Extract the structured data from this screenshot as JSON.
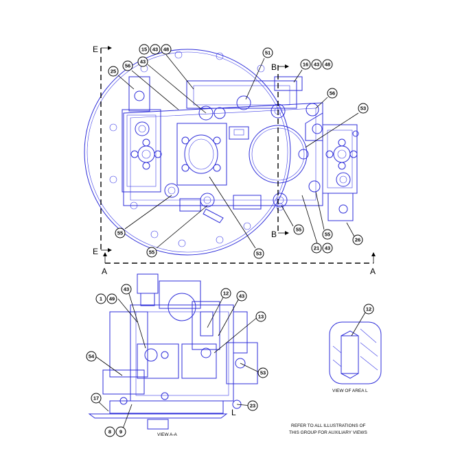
{
  "section_labels": {
    "e_top": "E",
    "e_bottom": "E",
    "b_top": "B",
    "b_bottom": "B",
    "a_left": "A",
    "a_right": "A",
    "area_l": "L"
  },
  "captions": {
    "view_aa": "VIEW A-A",
    "view_area_l": "VIEW OF AREA L",
    "note_line1": "REFER TO ALL ILLUSTRATIONS OF",
    "note_line2": "THIS GROUP FOR AUXILIARY VIEWS"
  },
  "callouts": {
    "c_15": "15",
    "c_43a": "43",
    "c_48a": "48",
    "c_51": "51",
    "c_16": "16",
    "c_43b": "43",
    "c_48b": "48",
    "c_43c": "43",
    "c_56a": "56",
    "c_25": "25",
    "c_56b": "56",
    "c_53a": "53",
    "c_55a": "55",
    "c_55b": "55",
    "c_53b": "53",
    "c_55c": "55",
    "c_21": "21",
    "c_43d": "43",
    "c_55d": "55",
    "c_26": "26",
    "c_1": "1",
    "c_49": "49",
    "c_43e": "43",
    "c_12a": "12",
    "c_43f": "43",
    "c_13": "13",
    "c_54": "54",
    "c_53c": "53",
    "c_17": "17",
    "c_23": "23",
    "c_8": "8",
    "c_9": "9",
    "c_12b": "12"
  },
  "colors": {
    "line_art": "#2b2bd9",
    "callout_stroke": "#000000"
  }
}
